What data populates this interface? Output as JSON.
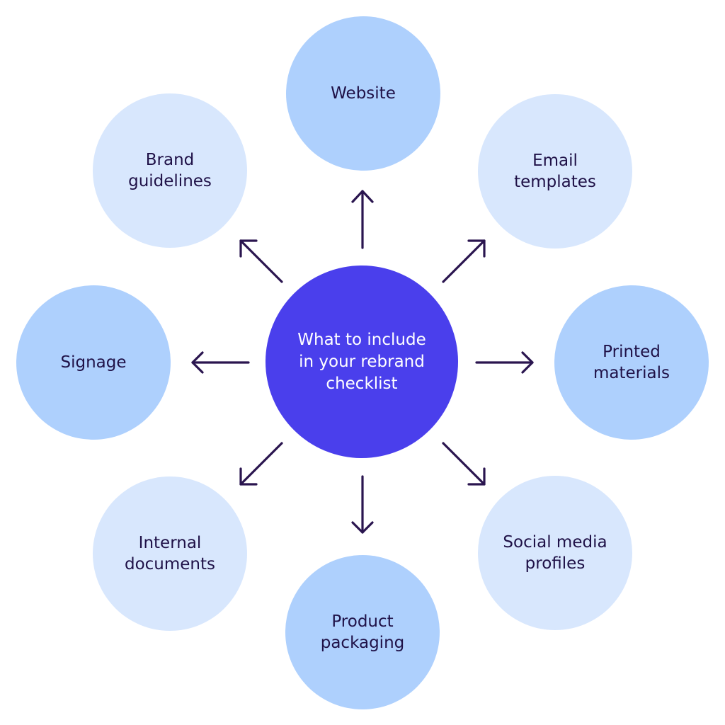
{
  "colors": {
    "center_fill": "#4a3fec",
    "strong_fill": "#aed0fd",
    "light_fill": "#d8e7fd",
    "arrow_stroke": "#2a154f",
    "text_dark": "#1f1147",
    "text_light": "#ffffff"
  },
  "center": {
    "lines": [
      "What to include",
      "in your rebrand",
      "checklist"
    ]
  },
  "nodes": {
    "website": {
      "lines": [
        "Website"
      ],
      "tone": "strong"
    },
    "email": {
      "lines": [
        "Email",
        "templates"
      ],
      "tone": "light"
    },
    "printed": {
      "lines": [
        "Printed",
        "materials"
      ],
      "tone": "strong"
    },
    "social": {
      "lines": [
        "Social media",
        "profiles"
      ],
      "tone": "light"
    },
    "product": {
      "lines": [
        "Product",
        "packaging"
      ],
      "tone": "strong"
    },
    "internal": {
      "lines": [
        "Internal",
        "documents"
      ],
      "tone": "light"
    },
    "signage": {
      "lines": [
        "Signage"
      ],
      "tone": "strong"
    },
    "brand": {
      "lines": [
        "Brand",
        "guidelines"
      ],
      "tone": "light"
    }
  },
  "arrows": [
    {
      "to": "website",
      "icon": "arrow-up-icon"
    },
    {
      "to": "email",
      "icon": "arrow-up-right-icon"
    },
    {
      "to": "printed",
      "icon": "arrow-right-icon"
    },
    {
      "to": "social",
      "icon": "arrow-down-right-icon"
    },
    {
      "to": "product",
      "icon": "arrow-down-icon"
    },
    {
      "to": "internal",
      "icon": "arrow-down-left-icon"
    },
    {
      "to": "signage",
      "icon": "arrow-left-icon"
    },
    {
      "to": "brand",
      "icon": "arrow-up-left-icon"
    }
  ]
}
